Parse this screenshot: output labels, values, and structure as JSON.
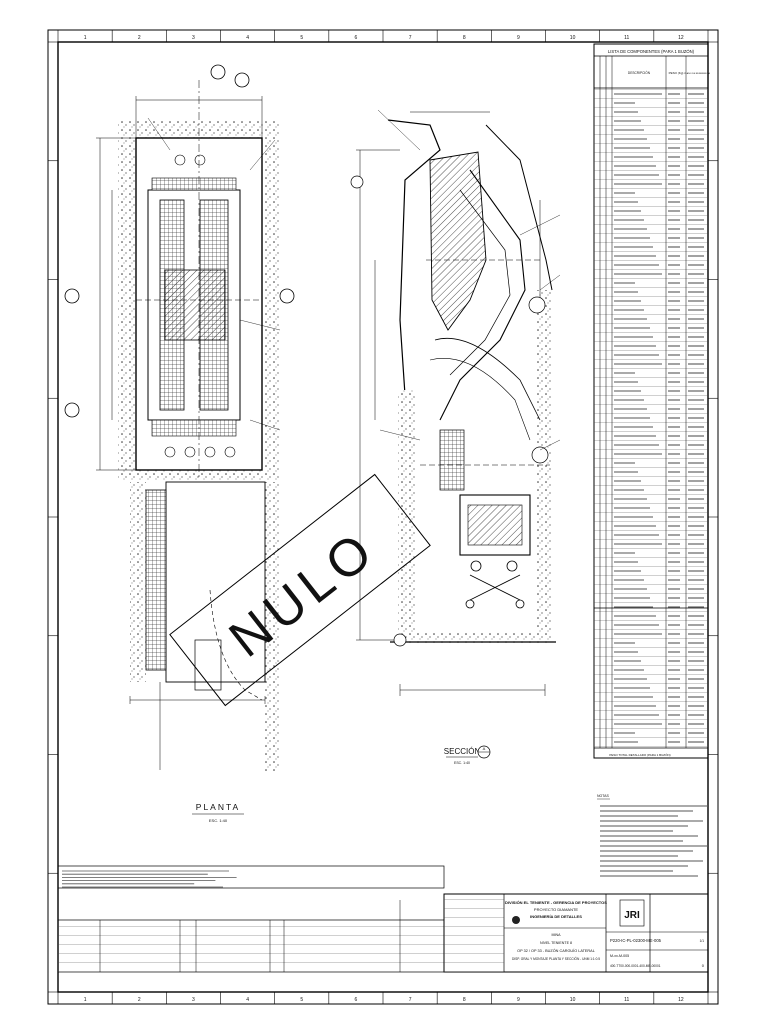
{
  "grid": {
    "columns": [
      "1",
      "2",
      "3",
      "4",
      "5",
      "6",
      "7",
      "8",
      "9",
      "10",
      "11",
      "12"
    ]
  },
  "views": {
    "plan_title": "PLANTA",
    "plan_scale": "ESC. 1:40",
    "section_title": "SECCIÓN",
    "section_marker": "A",
    "section_scale": "ESC. 1:40",
    "void_stamp": "NULO"
  },
  "components": {
    "title": "LISTA DE COMPONENTES (PARA 1 BUZÓN)",
    "col_description": "DESCRIPCIÓN",
    "col_weight": "PESO (Kg)",
    "col_ref": "PLANO DE REFERENCIA",
    "total_label": "PESO TOTAL DETALLADO (PARA 1 BUZÓN)"
  },
  "notes": {
    "title": "NOTAS"
  },
  "titleblock": {
    "client_line1": "DIVISIÓN EL TENIENTE - GERENCIA DE PROYECTOS",
    "client_line2": "PROYECTO DIAMANTE",
    "client_line3": "INGENIERÍA DE DETALLES",
    "mine": "MINA",
    "drawing_line1": "NIVEL TENIENTE 8",
    "drawing_line2": "OP 32 / OP 33 - BUZÓN CARGUÍO LATERAL",
    "drawing_line3": "DISP. GRAL Y MONTAJE PLANTA Y SECCIÓN - UNM 1:1:0.5",
    "code_main": "P220-IC-PL-02300-ME-005",
    "code_secondary": "M-xx-M-005",
    "code_full": "400-TT00-000-0001-400-ME-00001",
    "rev": "0",
    "logo_text": "JRI",
    "sheet": "1/1"
  }
}
